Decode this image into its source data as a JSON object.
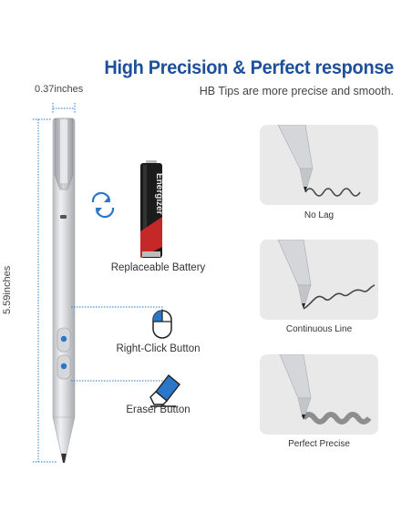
{
  "header": {
    "title": "High Precision & Perfect response",
    "subtitle": "HB Tips are more precise and smooth."
  },
  "dimensions": {
    "width": "0.37inches",
    "length": "5.59inches"
  },
  "features": [
    {
      "label": "Replaceable Battery",
      "icon": "battery-icon"
    },
    {
      "label": "Right-Click Button",
      "icon": "mouse-icon"
    },
    {
      "label": "Eraser Button",
      "icon": "eraser-icon"
    }
  ],
  "battery": {
    "brand": "Energizer"
  },
  "samples": [
    {
      "caption": "No Lag"
    },
    {
      "caption": "Continuous Line"
    },
    {
      "caption": "Perfect Precise"
    }
  ],
  "colors": {
    "title_blue": "#1d4f9a",
    "accent_blue": "#2a77c9",
    "dotted_line": "#2a77c9"
  }
}
